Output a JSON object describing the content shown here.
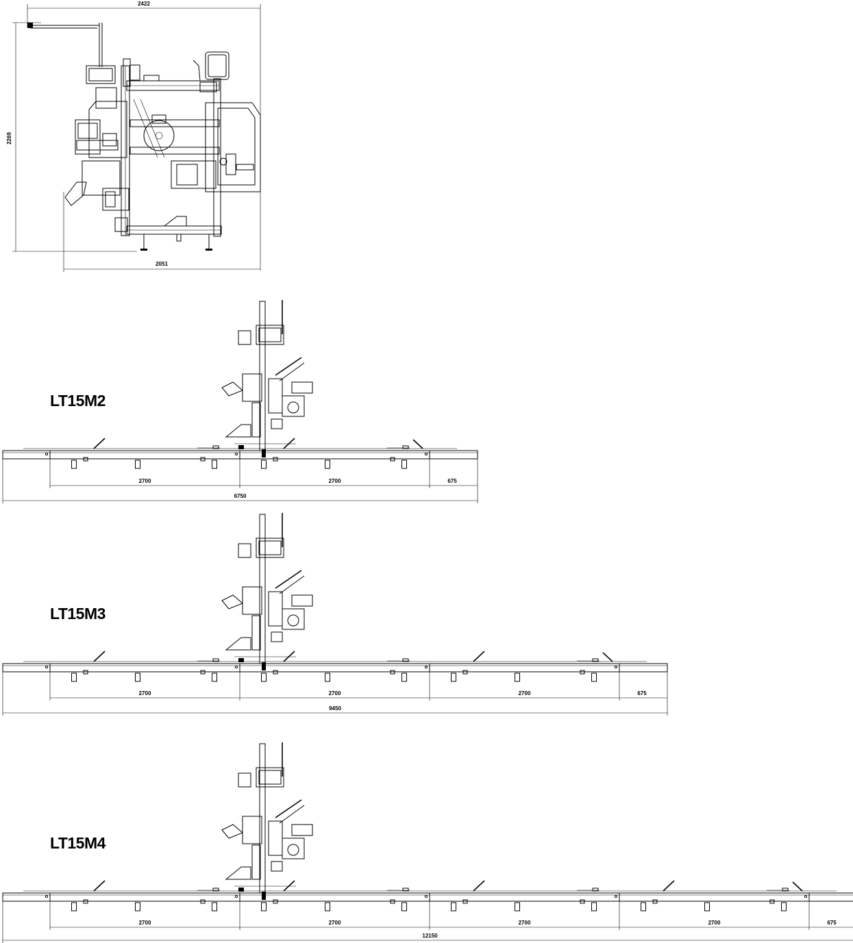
{
  "top_view": {
    "dims": {
      "overall_width": "2422",
      "height": "2269",
      "base_width": "2051"
    }
  },
  "models": [
    {
      "name": "LT15M2",
      "segments": [
        "2700",
        "2700"
      ],
      "end": "675",
      "total": "6750"
    },
    {
      "name": "LT15M3",
      "segments": [
        "2700",
        "2700",
        "2700"
      ],
      "end": "675",
      "total": "9450"
    },
    {
      "name": "LT15M4",
      "segments": [
        "2700",
        "2700",
        "2700",
        "2700"
      ],
      "end": "675",
      "total": "12150"
    }
  ]
}
